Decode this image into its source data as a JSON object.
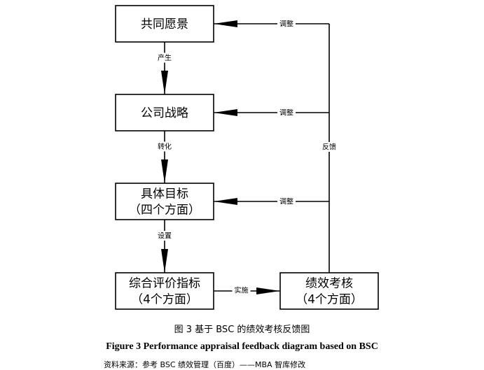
{
  "nodes": [
    {
      "id": "shared-vision",
      "lines": [
        "共同愿景"
      ]
    },
    {
      "id": "company-strategy",
      "lines": [
        "公司战略"
      ]
    },
    {
      "id": "specific-goals",
      "lines": [
        "具体目标",
        "（四个方面）"
      ]
    },
    {
      "id": "composite-indicators",
      "lines": [
        "综合评价指标",
        "（4个方面）"
      ]
    },
    {
      "id": "performance-appraisal",
      "lines": [
        "绩效考核",
        "（4个方面）"
      ]
    }
  ],
  "edges": [
    {
      "id": "produce",
      "from": "shared-vision",
      "to": "company-strategy",
      "label": "产生"
    },
    {
      "id": "transform",
      "from": "company-strategy",
      "to": "specific-goals",
      "label": "转化"
    },
    {
      "id": "set",
      "from": "specific-goals",
      "to": "composite-indicators",
      "label": "设置"
    },
    {
      "id": "implement",
      "from": "composite-indicators",
      "to": "performance-appraisal",
      "label": "实施"
    },
    {
      "id": "adjust-vision",
      "from": "performance-appraisal",
      "to": "shared-vision",
      "label": "调整"
    },
    {
      "id": "adjust-strategy",
      "from": "performance-appraisal",
      "to": "company-strategy",
      "label": "调整"
    },
    {
      "id": "adjust-goals",
      "from": "performance-appraisal",
      "to": "specific-goals",
      "label": "调整"
    }
  ],
  "feedback_label": "反馈",
  "caption": {
    "chinese_title": "图 3  基于 BSC 的绩效考核反馈图",
    "english_title": "Figure 3 Performance appraisal feedback diagram based on BSC",
    "source": "资料来源：参考 BSC 绩效管理（百度）——MBA 智库修改"
  }
}
